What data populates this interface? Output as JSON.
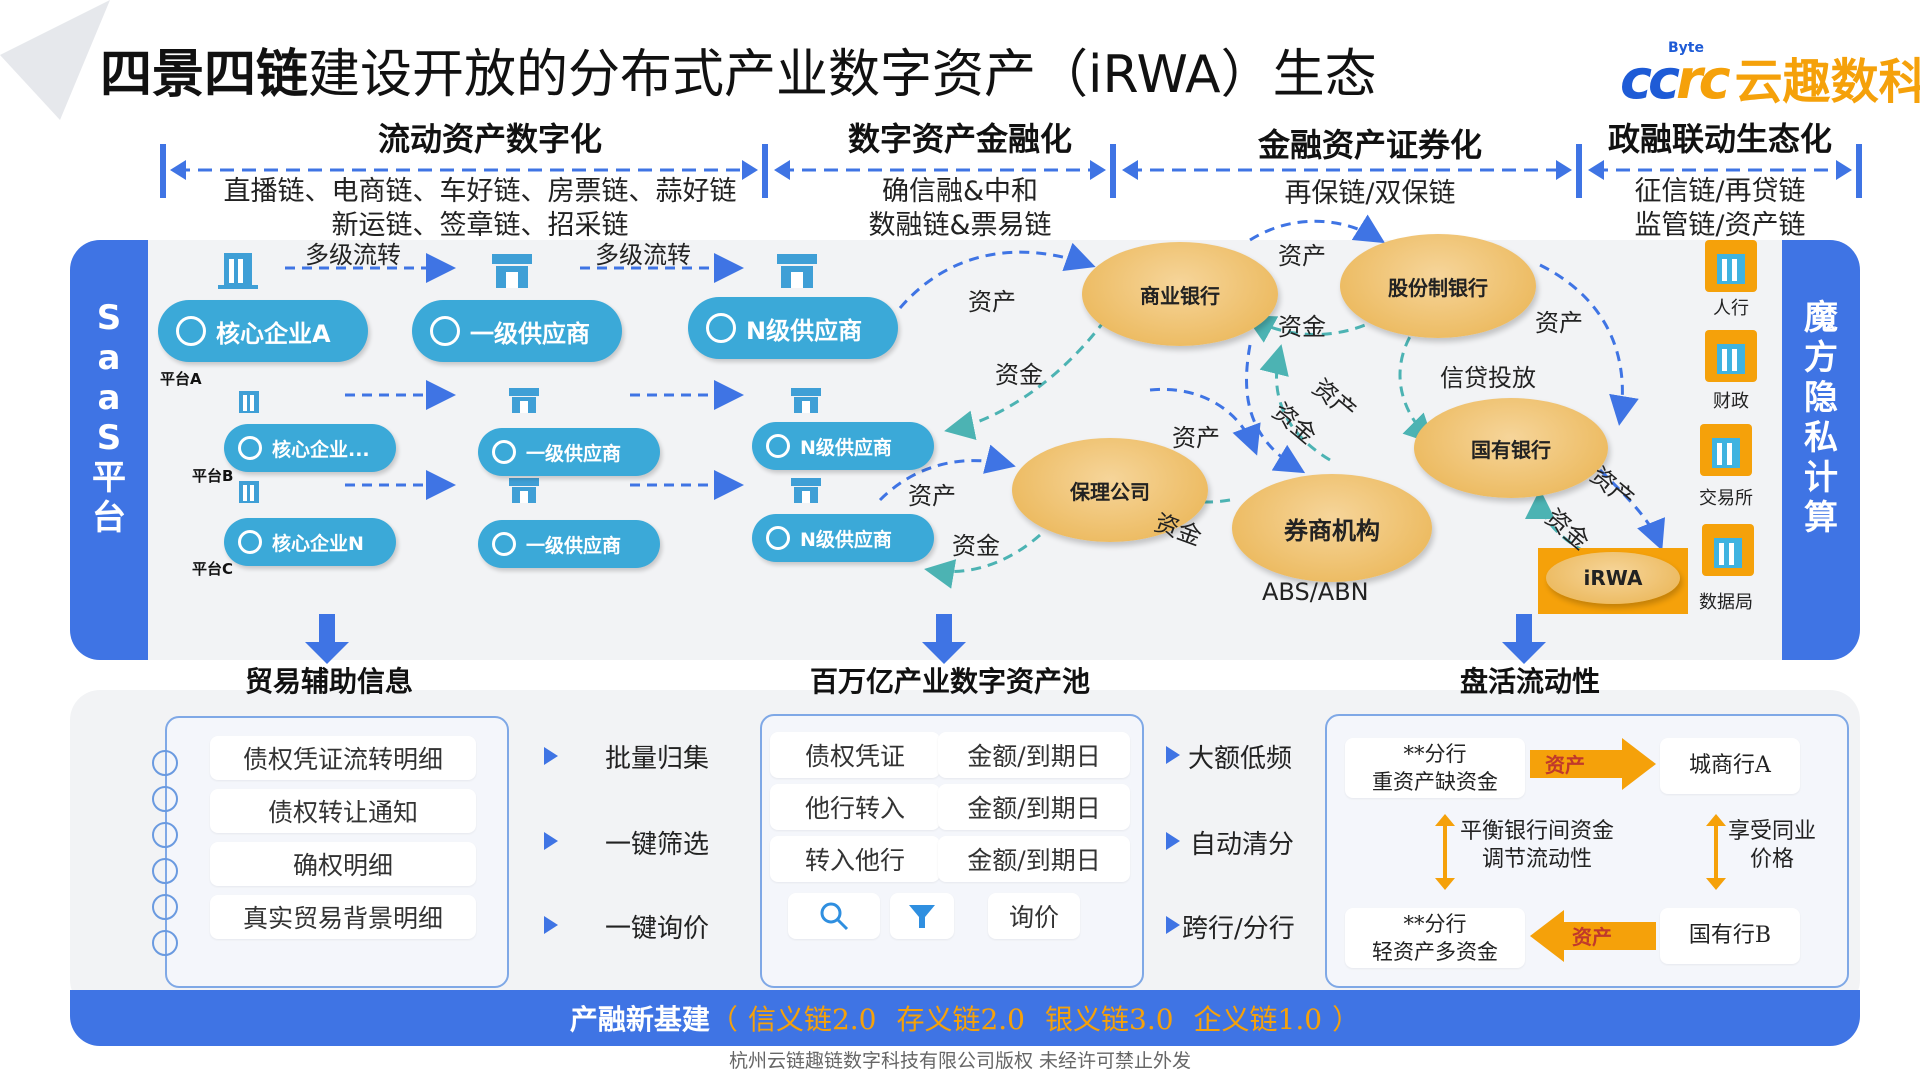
{
  "title": {
    "bold": "四景四链",
    "rest": "建设开放的分布式产业数字资产（iRWA）生态"
  },
  "logo": {
    "mark_a": "cc",
    "mark_b": "rc",
    "byte": "Byte",
    "text": "云趣数科"
  },
  "phases": [
    {
      "title": "流动资产数字化",
      "sub1": "直播链、电商链、车好链、房票链、蒜好链",
      "sub2": "新运链、签章链、招采链"
    },
    {
      "title": "数字资产金融化",
      "sub1": "确信融&中和",
      "sub2": "数融链&票易链"
    },
    {
      "title": "金融资产证券化",
      "sub1": "再保链/双保链",
      "sub2": ""
    },
    {
      "title": "政融联动生态化",
      "sub1": "征信链/再贷链",
      "sub2": "监管链/资产链"
    }
  ],
  "side": {
    "left": [
      "S",
      "a",
      "a",
      "S",
      "平",
      "台"
    ],
    "right": [
      "魔",
      "方",
      "隐",
      "私",
      "计",
      "算"
    ]
  },
  "platforms": [
    "平台A",
    "平台B",
    "平台C"
  ],
  "nodes": {
    "a_core": "核心企业A",
    "a_tier1": "一级供应商",
    "a_tiern": "N级供应商",
    "b_core": "核心企业...",
    "b_tier1": "一级供应商",
    "b_tiern": "N级供应商",
    "c_core": "核心企业N",
    "c_tier1": "一级供应商",
    "c_tiern": "N级供应商"
  },
  "flow_labels": {
    "multi1": "多级流转",
    "multi2": "多级流转"
  },
  "banks": {
    "commercial": "商业银行",
    "joint": "股份制银行",
    "factoring": "保理公司",
    "broker": "券商机构",
    "state": "国有银行",
    "irwa": "iRWA"
  },
  "edge_labels": {
    "asset": "资产",
    "fund": "资金",
    "credit": "信贷投放",
    "abs": "ABS/ABN"
  },
  "gov": [
    "人行",
    "财政",
    "交易所",
    "数据局"
  ],
  "sections": [
    "贸易辅助信息",
    "百万亿产业数字资产池",
    "盘活流动性"
  ],
  "trade_info": [
    "债权凭证流转明细",
    "债权转让通知",
    "确权明细",
    "真实贸易背景明细"
  ],
  "ops": [
    "批量归集",
    "一键筛选",
    "一键询价"
  ],
  "pool": [
    [
      "债权凭证",
      "金额/到期日"
    ],
    [
      "他行转入",
      "金额/到期日"
    ],
    [
      "转入他行",
      "金额/到期日"
    ]
  ],
  "pool_query": "询价",
  "features": [
    "大额低频",
    "自动清分",
    "跨行/分行"
  ],
  "liquidity": {
    "branch_top": [
      "**分行",
      "重资产缺资金"
    ],
    "asset": "资产",
    "bank_a": "城商行A",
    "mid_left": [
      "平衡银行间资金",
      "调节流动性"
    ],
    "mid_right": [
      "享受同业",
      "价格"
    ],
    "branch_bot": [
      "**分行",
      "轻资产多资金"
    ],
    "bank_b": "国有行B"
  },
  "footer": {
    "lead": "产融新基建",
    "open": "（",
    "chains": [
      "信义链2.0",
      "存义链2.0",
      "银义链3.0",
      "企义链1.0"
    ],
    "close": "）"
  },
  "copyright": "杭州云链趣链数字科技有限公司版权 未经许可禁止外发",
  "colors": {
    "blue": "#3f74e4",
    "node": "#3ba9d8",
    "gold": "#e9b24e",
    "orange": "#f5a10a",
    "teal": "#4cb3b3"
  }
}
